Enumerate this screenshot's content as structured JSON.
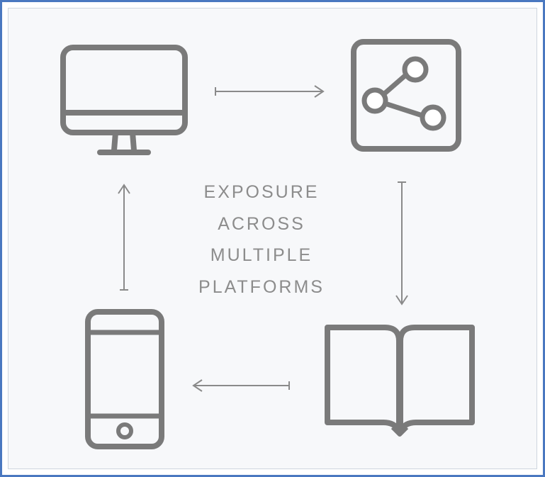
{
  "diagram": {
    "center_text": [
      "EXPOSURE",
      "ACROSS",
      "MULTIPLE",
      "PLATFORMS"
    ],
    "nodes": [
      {
        "icon": "desktop-monitor-icon"
      },
      {
        "icon": "share-icon"
      },
      {
        "icon": "open-book-icon"
      },
      {
        "icon": "smartphone-icon"
      }
    ],
    "flow": [
      {
        "from": "desktop-monitor-icon",
        "to": "share-icon"
      },
      {
        "from": "share-icon",
        "to": "open-book-icon"
      },
      {
        "from": "open-book-icon",
        "to": "smartphone-icon"
      },
      {
        "from": "smartphone-icon",
        "to": "desktop-monitor-icon"
      }
    ],
    "colors": {
      "icon": "#7a7a7a",
      "arrow": "#8a8a8a",
      "text": "#8c8c8c",
      "border": "#4a78c0"
    }
  }
}
